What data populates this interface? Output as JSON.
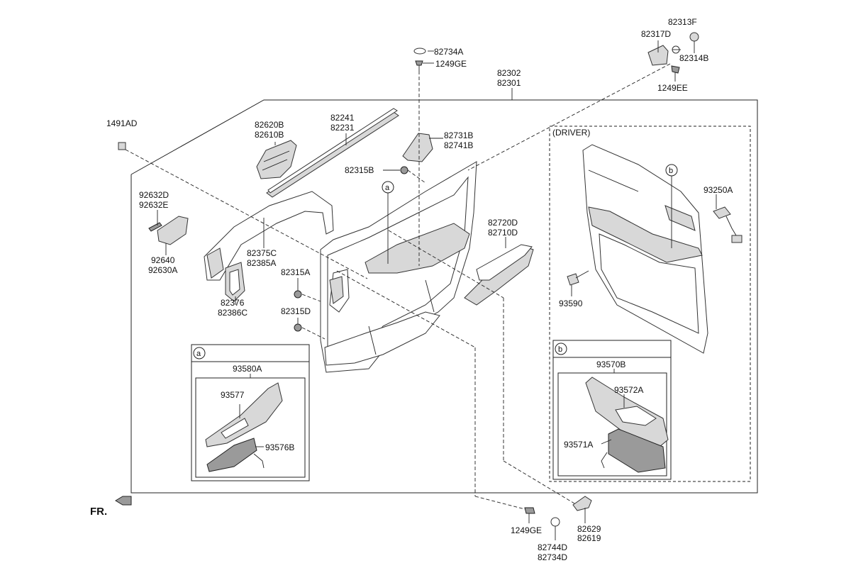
{
  "labels": {
    "p82313F": "82313F",
    "p82317D": "82317D",
    "p82314B": "82314B",
    "p1249EE": "1249EE",
    "p82734A": "82734A",
    "p1249GE_top": "1249GE",
    "p82302": "82302",
    "p82301": "82301",
    "p1491AD": "1491AD",
    "p82241": "82241",
    "p82231": "82231",
    "p82620B": "82620B",
    "p82610B": "82610B",
    "p82731B": "82731B",
    "p82741B": "82741B",
    "p82315B": "82315B",
    "p92632D": "92632D",
    "p92632E": "92632E",
    "p92640": "92640",
    "p92630A": "92630A",
    "p82375C": "82375C",
    "p82385A": "82385A",
    "p82315A": "82315A",
    "p82376": "82376",
    "p82386C": "82386C",
    "p82315D": "82315D",
    "p82720D": "82720D",
    "p82710D": "82710D",
    "driver": "(DRIVER)",
    "p93250A": "93250A",
    "p93590": "93590",
    "p93580A": "93580A",
    "p93577": "93577",
    "p93576B": "93576B",
    "p93570B": "93570B",
    "p93572A": "93572A",
    "p93571A": "93571A",
    "p1249GE_bottom": "1249GE",
    "p82629": "82629",
    "p82619": "82619",
    "p82744D": "82744D",
    "p82734D": "82734D",
    "fr": "FR.",
    "callout_a": "a",
    "callout_b": "b"
  }
}
